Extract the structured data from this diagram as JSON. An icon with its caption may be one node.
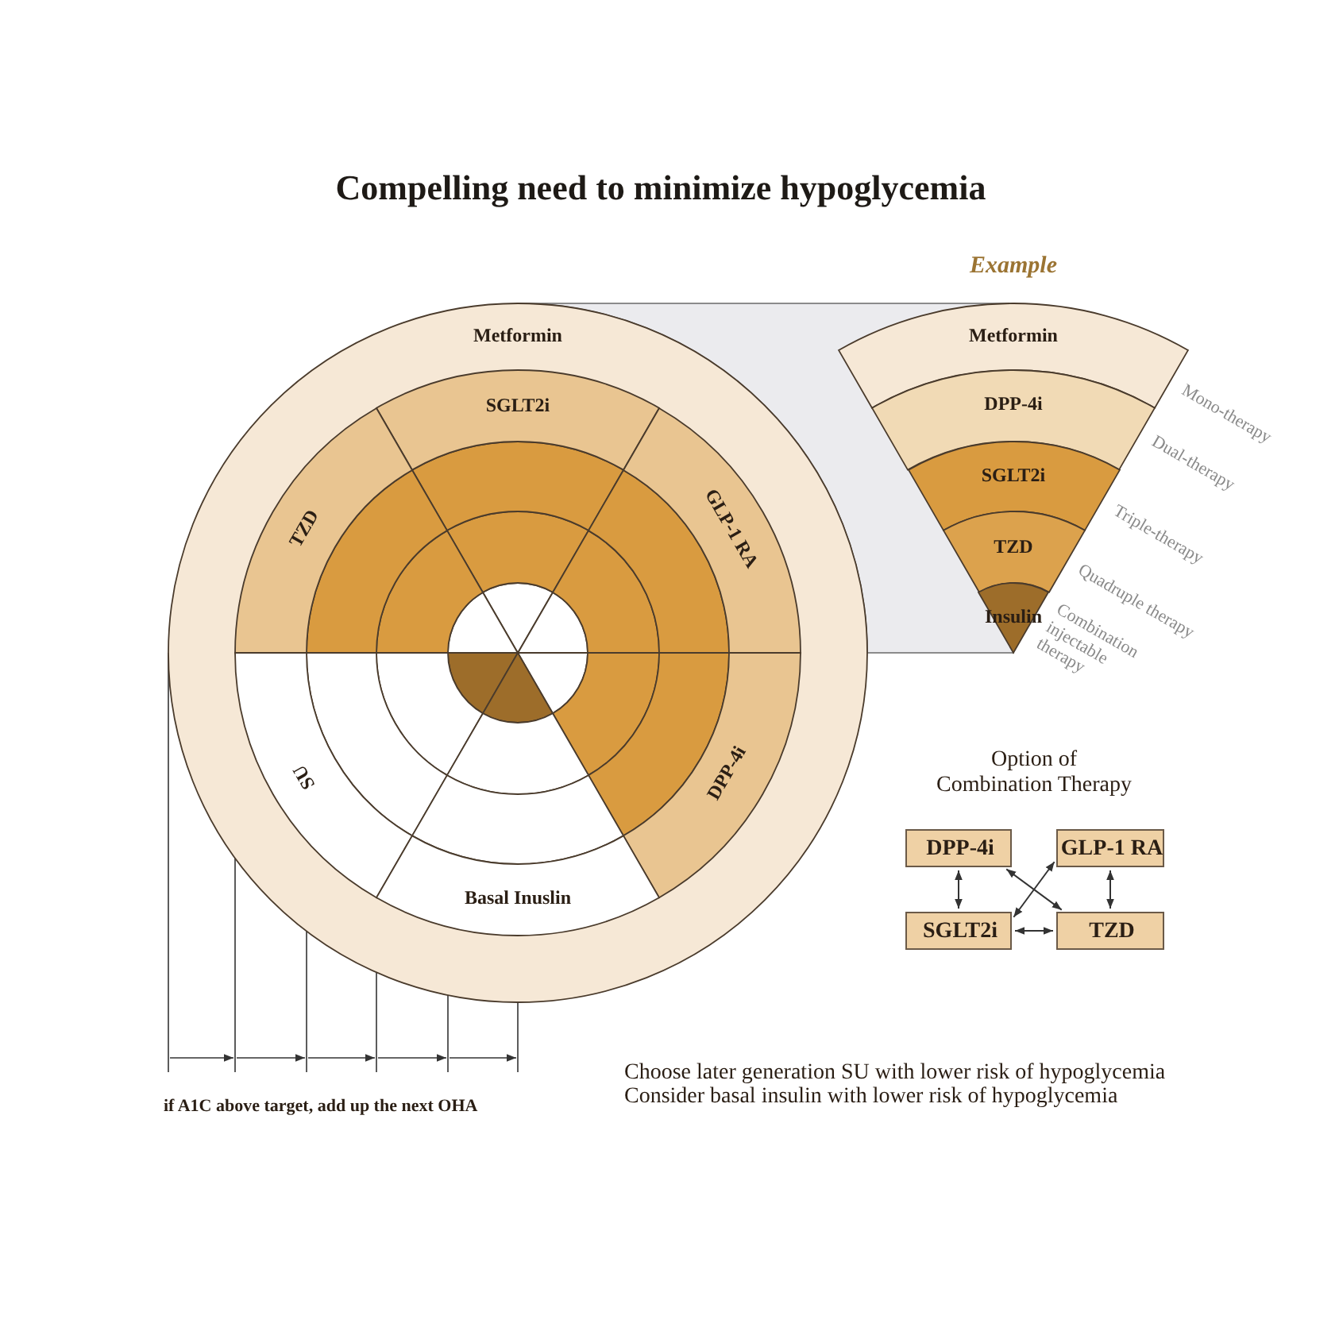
{
  "diagram": {
    "title": "Compelling need to minimize hypoglycemia",
    "nodes": [
      {
        "text": [
          "Metformin"
        ]
      },
      {
        "text": [
          "SGLT2i"
        ],
        "in": 0
      },
      {
        "text": [
          "TZD"
        ],
        "in": 0
      },
      {
        "text": [
          "GLP-1 RA"
        ],
        "in": 0
      },
      {
        "text": [
          "SU"
        ],
        "in": 0
      },
      {
        "text": [
          "DPP-4i"
        ],
        "in": 0
      },
      {
        "text": [
          "Basal Inuslin"
        ],
        "in": 0
      },
      {
        "text": [
          "Metformin"
        ],
        "beside": [
          "Mono-therapy"
        ]
      },
      {
        "text": [
          "DPP-4i"
        ],
        "beside": [
          "Dual-therapy"
        ]
      },
      {
        "text": [
          "SGLT2i"
        ],
        "beside": [
          "Triple-therapy"
        ]
      },
      {
        "text": [
          "TZD"
        ],
        "beside": [
          "Quadruple therapy"
        ]
      },
      {
        "text": [
          "Insulin"
        ],
        "beside": [
          "Combination injectable therapy"
        ]
      },
      {
        "text": [
          "DPP-4i"
        ]
      },
      {
        "text": [
          "GLP-1 RA"
        ]
      },
      {
        "text": [
          "SGLT2i"
        ]
      },
      {
        "text": [
          "TZD"
        ]
      }
    ],
    "edges": [
      {
        "from": 12,
        "to": 14,
        "arrow": "both"
      },
      {
        "from": 12,
        "to": 15,
        "arrow": "both"
      },
      {
        "from": 13,
        "to": 14,
        "arrow": "both"
      },
      {
        "from": 13,
        "to": 15,
        "arrow": "both"
      },
      {
        "from": 14,
        "to": 15,
        "arrow": "both"
      }
    ],
    "labels": [
      "Example",
      "Option of Combination Therapy",
      "if A1C above target, add up the next OHA",
      "Choose later generation SU with lower risk of hypoglycemia",
      "Consider basal insulin with lower risk of hypoglycemia"
    ]
  }
}
